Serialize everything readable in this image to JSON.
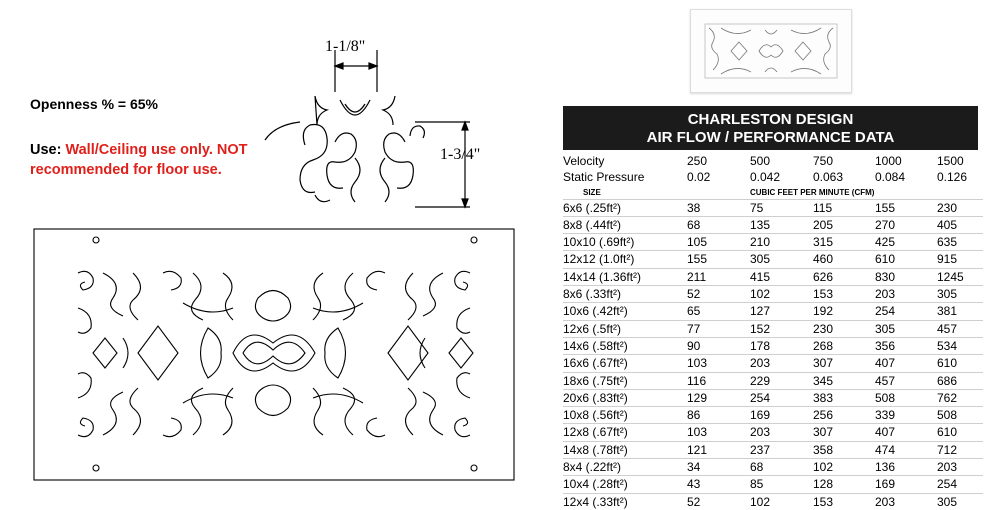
{
  "notes": {
    "openness": "Openness % = 65%",
    "use_label": "Use:",
    "use_text": "Wall/Ceiling use only. NOT recommended for floor use."
  },
  "dimensions": {
    "width": "1-1/8\"",
    "height": "1-3/4\""
  },
  "table": {
    "title_line1": "CHARLESTON DESIGN",
    "title_line2": "AIR FLOW / PERFORMANCE DATA",
    "velocity_label": "Velocity",
    "static_label": "Static Pressure",
    "velocity": [
      "250",
      "500",
      "750",
      "1000",
      "1500"
    ],
    "static_pressure": [
      "0.02",
      "0.042",
      "0.063",
      "0.084",
      "0.126"
    ],
    "size_header": "SIZE",
    "cfm_header": "CUBIC FEET PER MINUTE (CFM)",
    "rows": [
      {
        "size": "6x6 (.25ft²)",
        "v": [
          "38",
          "75",
          "115",
          "155",
          "230"
        ]
      },
      {
        "size": "8x8 (.44ft²)",
        "v": [
          "68",
          "135",
          "205",
          "270",
          "405"
        ]
      },
      {
        "size": "10x10 (.69ft²)",
        "v": [
          "105",
          "210",
          "315",
          "425",
          "635"
        ]
      },
      {
        "size": "12x12 (1.0ft²)",
        "v": [
          "155",
          "305",
          "460",
          "610",
          "915"
        ]
      },
      {
        "size": "14x14 (1.36ft²)",
        "v": [
          "211",
          "415",
          "626",
          "830",
          "1245"
        ]
      },
      {
        "size": "8x6 (.33ft²)",
        "v": [
          "52",
          "102",
          "153",
          "203",
          "305"
        ]
      },
      {
        "size": "10x6 (.42ft²)",
        "v": [
          "65",
          "127",
          "192",
          "254",
          "381"
        ]
      },
      {
        "size": "12x6 (.5ft²)",
        "v": [
          "77",
          "152",
          "230",
          "305",
          "457"
        ]
      },
      {
        "size": "14x6 (.58ft²)",
        "v": [
          "90",
          "178",
          "268",
          "356",
          "534"
        ]
      },
      {
        "size": "16x6 (.67ft²)",
        "v": [
          "103",
          "203",
          "307",
          "407",
          "610"
        ]
      },
      {
        "size": "18x6 (.75ft²)",
        "v": [
          "116",
          "229",
          "345",
          "457",
          "686"
        ]
      },
      {
        "size": "20x6 (.83ft²)",
        "v": [
          "129",
          "254",
          "383",
          "508",
          "762"
        ]
      },
      {
        "size": "10x8 (.56ft²)",
        "v": [
          "86",
          "169",
          "256",
          "339",
          "508"
        ]
      },
      {
        "size": "12x8 (.67ft²)",
        "v": [
          "103",
          "203",
          "307",
          "407",
          "610"
        ]
      },
      {
        "size": "14x8 (.78ft²)",
        "v": [
          "121",
          "237",
          "358",
          "474",
          "712"
        ]
      },
      {
        "size": "8x4 (.22ft²)",
        "v": [
          "34",
          "68",
          "102",
          "136",
          "203"
        ]
      },
      {
        "size": "10x4 (.28ft²)",
        "v": [
          "43",
          "85",
          "128",
          "169",
          "254"
        ]
      },
      {
        "size": "12x4 (.33ft²)",
        "v": [
          "52",
          "102",
          "153",
          "203",
          "305"
        ]
      }
    ]
  }
}
